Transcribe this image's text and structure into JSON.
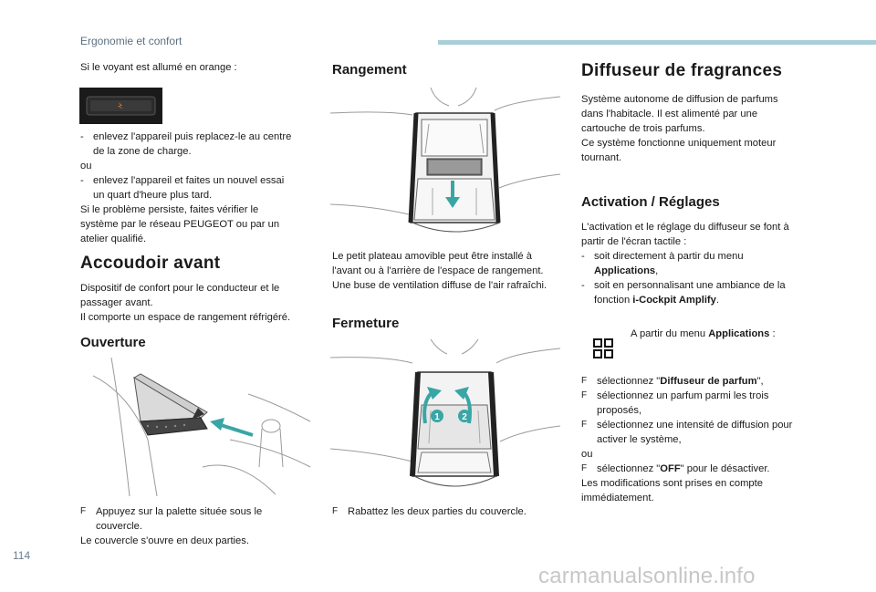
{
  "header": {
    "section": "Ergonomie et confort"
  },
  "col1": {
    "intro": "Si le voyant est allumé en orange :",
    "dash1a": "enlevez l'appareil puis replacez-le au centre",
    "dash1b": "de la zone de charge.",
    "ou": "ou",
    "dash2a": "enlevez l'appareil et faites un nouvel essai",
    "dash2b": "un quart d'heure plus tard.",
    "persist1": "Si le problème persiste, faites vérifier le",
    "persist2": "système par le réseau PEUGEOT ou par un",
    "persist3": "atelier qualifié.",
    "h_accoudoir": "Accoudoir avant",
    "acc1": "Dispositif de confort pour le conducteur et le",
    "acc2": "passager avant.",
    "acc3": "Il comporte un espace de rangement réfrigéré.",
    "h_ouverture": "Ouverture",
    "ouv1a": "Appuyez sur la palette située sous le",
    "ouv1b": "couvercle.",
    "ouv2": "Le couvercle s'ouvre en deux parties."
  },
  "col2": {
    "h_rangement": "Rangement",
    "ran1": "Le petit plateau amovible peut être installé à",
    "ran2": "l'avant ou à l'arrière de l'espace de rangement.",
    "ran3": "Une buse de ventilation diffuse de l'air rafraîchi.",
    "h_fermeture": "Fermeture",
    "fer1": "Rabattez les deux parties du couvercle.",
    "num1": "1",
    "num2": "2"
  },
  "col3": {
    "h_diffuseur": "Diffuseur de fragrances",
    "d1": "Système autonome de diffusion de parfums",
    "d2": "dans l'habitacle. Il est alimenté par une",
    "d3": "cartouche de trois parfums.",
    "d4": "Ce système fonctionne uniquement moteur",
    "d5": "tournant.",
    "h_activation": "Activation / Réglages",
    "a1": "L'activation et le réglage du diffuseur se font à",
    "a2": "partir de l'écran tactile :",
    "a3": "soit directement à partir du menu",
    "a3b": "Applications",
    "a4": "soit en personnalisant une ambiance de la",
    "a4pre": "fonction ",
    "a4b": "i-Cockpit Amplify",
    "menu_pre": "A partir du menu ",
    "menu_b": "Applications",
    "menu_post": " :",
    "s1pre": "sélectionnez \"",
    "s1b": "Diffuseur de parfum",
    "s1post": "\",",
    "s2a": "sélectionnez un parfum parmi les trois",
    "s2b": "proposés,",
    "s3a": "sélectionnez une intensité de diffusion pour",
    "s3b": "activer le système,",
    "ou": "ou",
    "s4pre": "sélectionnez \"",
    "s4b": "OFF",
    "s4post": "\" pour le désactiver.",
    "m1": "Les modifications sont prises en compte",
    "m2": "immédiatement."
  },
  "footer": {
    "page": "114",
    "watermark": "carmanualsonline.info"
  },
  "symbols": {
    "dash": "-",
    "arrow": "F",
    "comma": ",",
    "period": "."
  },
  "colors": {
    "accent_rule": "#a8cfd8",
    "arrow_green": "#3aa5a5",
    "header_text": "#5d6f80"
  }
}
